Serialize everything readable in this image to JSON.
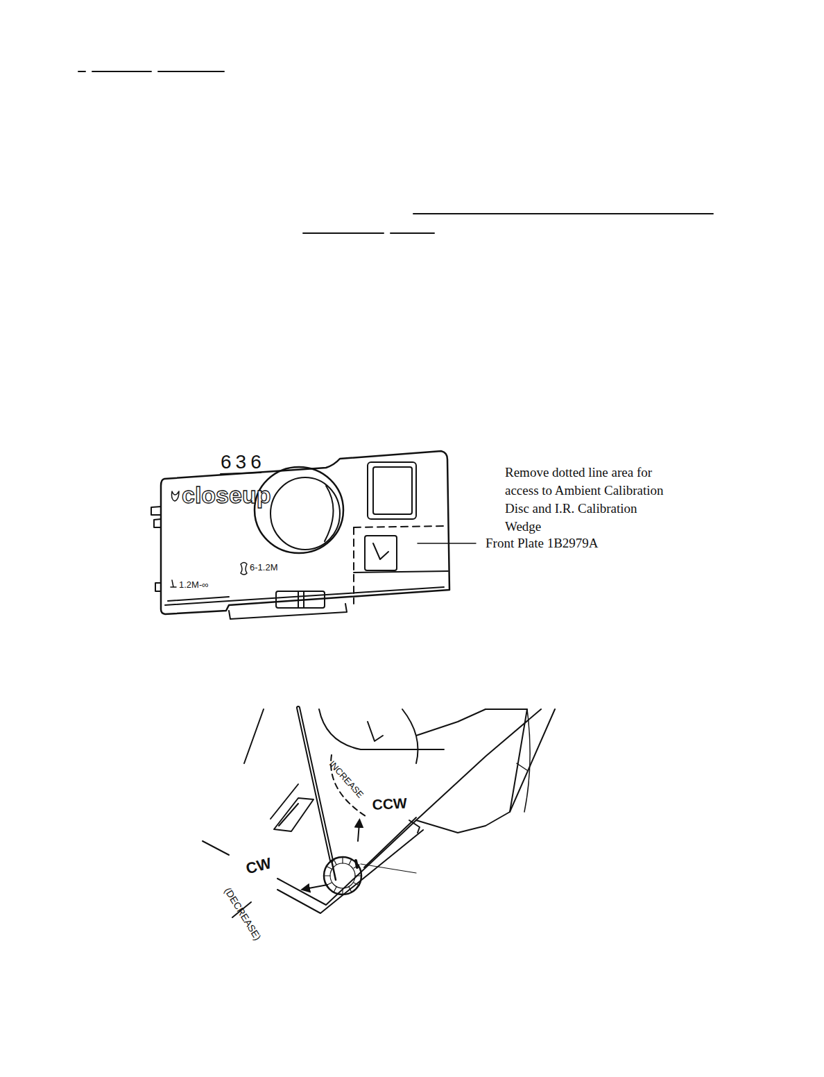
{
  "diagram": {
    "labels": [
      "636",
      "closeup",
      "1.2M-∞",
      "6-1.2M",
      "Remove dotted line area for access to Ambient Calibration Disc and I.R. Calibration Wedge",
      "Front Plate 1B2979A",
      "INCREASE",
      "CCW",
      "CW",
      "(DECREASE)"
    ]
  }
}
